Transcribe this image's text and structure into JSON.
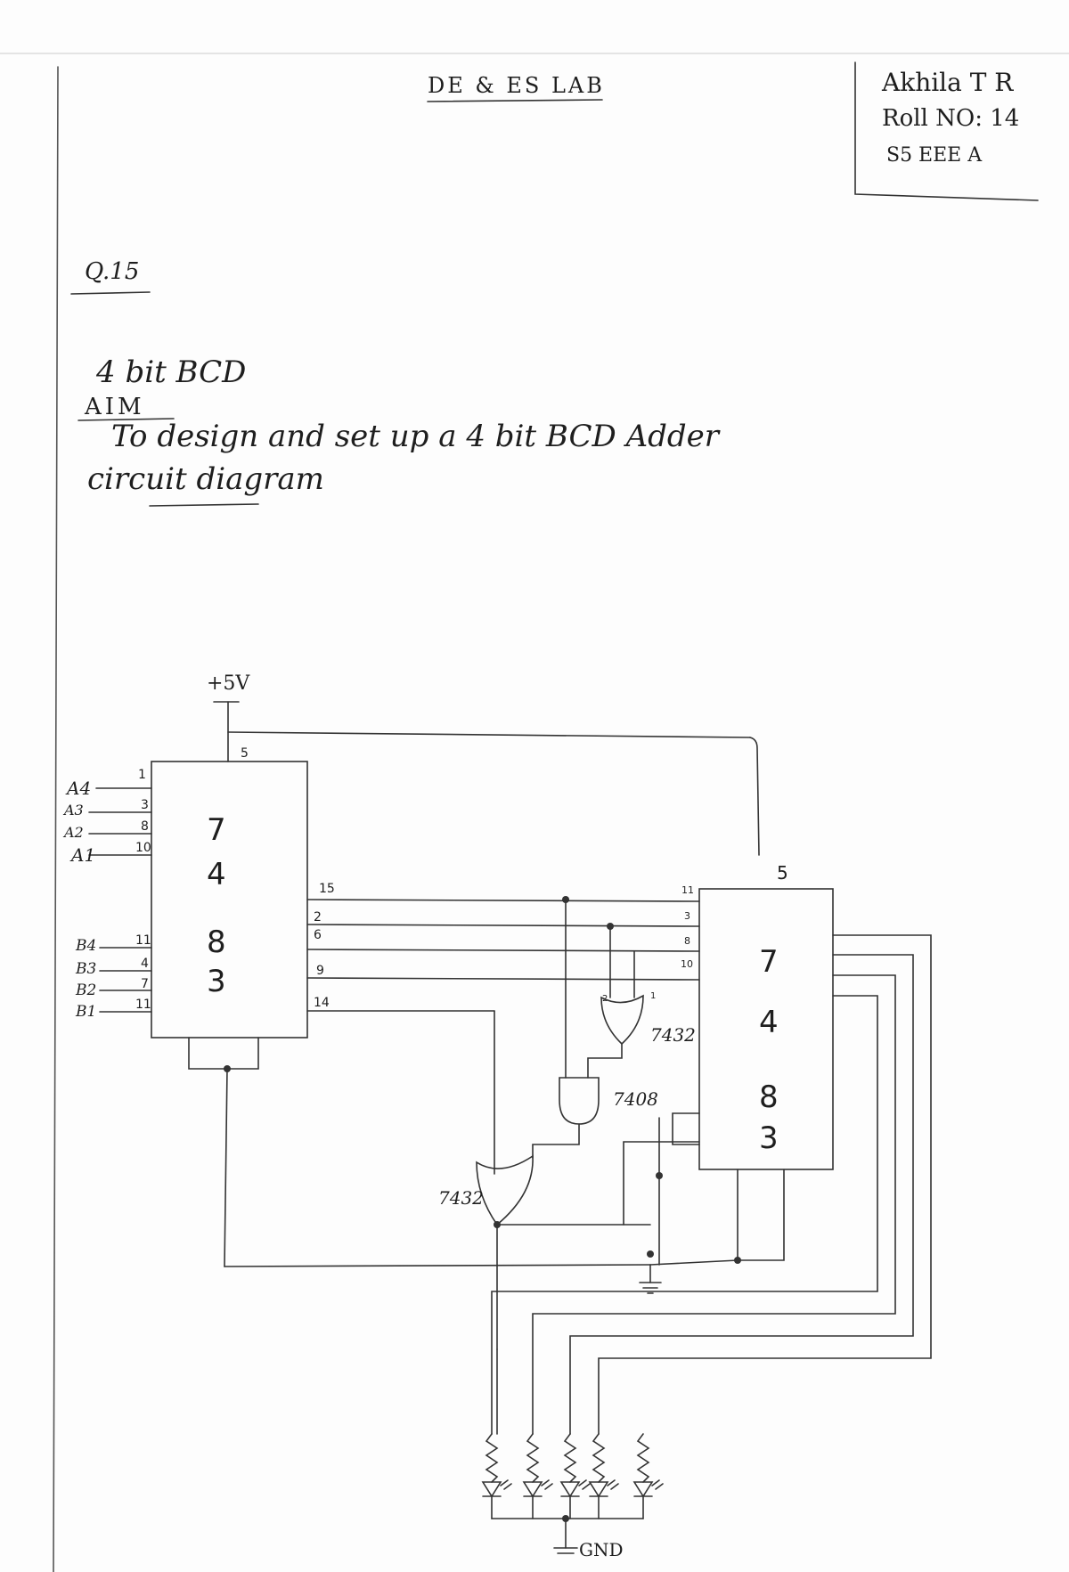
{
  "header": {
    "title": "DE & ES LAB",
    "student_name": "Akhila T R",
    "roll_no": "Roll NO: 14",
    "class": "S5 EEE A"
  },
  "question": {
    "number": "Q.15",
    "topic": "4 bit BCD",
    "aim_label": "AIM",
    "aim_text": "To design and set up a 4 bit BCD Adder",
    "diagram_label": "circuit diagram"
  },
  "circuit": {
    "supply": "+5V",
    "ground": "GND",
    "ic1": {
      "digits": [
        "7",
        "4",
        "8",
        "3"
      ]
    },
    "ic2": {
      "digits": [
        "7",
        "4",
        "8",
        "3"
      ]
    },
    "inputs_a": [
      "A4",
      "A3",
      "A2",
      "A1"
    ],
    "inputs_b": [
      "B4",
      "B3",
      "B2",
      "B1"
    ],
    "ic1_pins_left": [
      "1",
      "3",
      "8",
      "10",
      "11",
      "4",
      "7",
      "11"
    ],
    "ic1_pin_top": "5",
    "ic1_pins_right": [
      "15",
      "2",
      "6",
      "9",
      "14"
    ],
    "ic2_pin_top": "5",
    "ic2_pins_left": [
      "11",
      "3",
      "8",
      "10"
    ],
    "gates": {
      "or_top": "7432",
      "and": "7408",
      "or_bottom": "7432"
    },
    "gate_pins": [
      "2",
      "1"
    ],
    "led_count": 5
  }
}
